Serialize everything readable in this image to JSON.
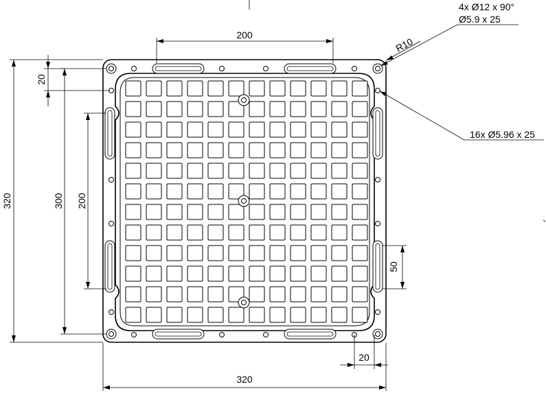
{
  "drawing": {
    "dimensions": {
      "top_width": "200",
      "overall_width": "320",
      "overall_height": "320",
      "inner_height": "300",
      "slot_span": "200",
      "top_offset": "20",
      "bottom_offset": "20",
      "slot_length": "50",
      "corner_radius": "R10"
    },
    "callouts": {
      "corner_holes_line1": "4x Ø12 x 90°",
      "corner_holes_line2": "Ø5.9 x 25",
      "edge_holes": "16x Ø5.96 x 25"
    }
  }
}
